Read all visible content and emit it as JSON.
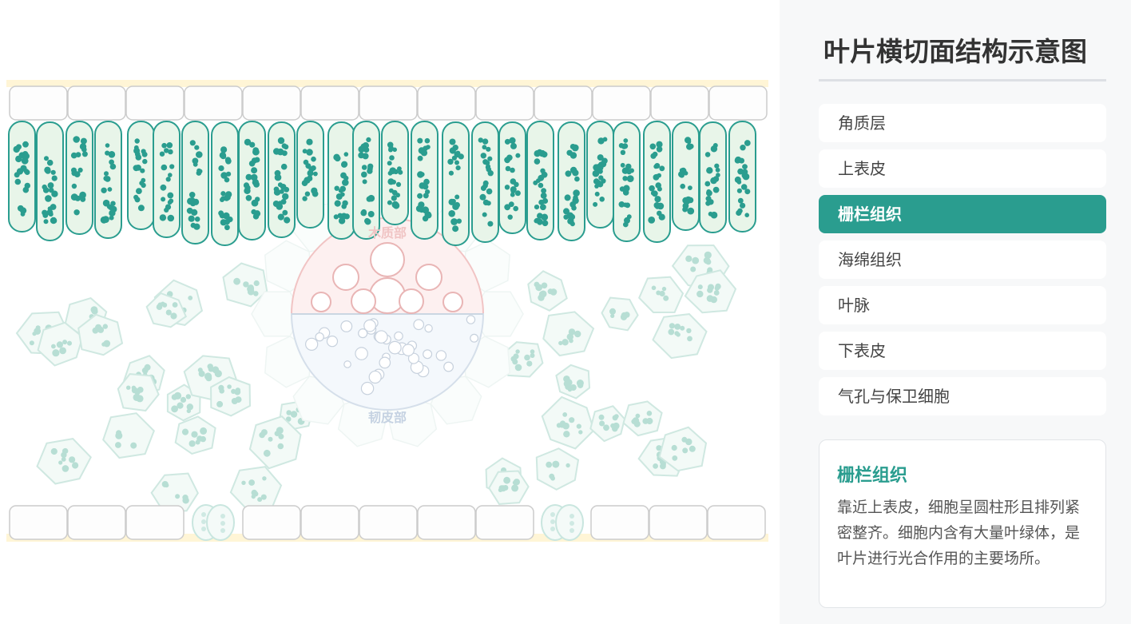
{
  "title": "叶片横切面结构示意图",
  "menu": {
    "items": [
      {
        "label": "角质层",
        "active": false
      },
      {
        "label": "上表皮",
        "active": false
      },
      {
        "label": "栅栏组织",
        "active": true
      },
      {
        "label": "海绵组织",
        "active": false
      },
      {
        "label": "叶脉",
        "active": false
      },
      {
        "label": "下表皮",
        "active": false
      },
      {
        "label": "气孔与保卫细胞",
        "active": false
      }
    ]
  },
  "info": {
    "title": "栅栏组织",
    "text": "靠近上表皮，细胞呈圆柱形且排列紧密整齐。细胞内含有大量叶绿体，是叶片进行光合作用的主要场所。"
  },
  "diagram": {
    "xylem_label": "木质部",
    "phloem_label": "韧皮部",
    "highlighted_layer": "栅栏组织"
  },
  "colors": {
    "accent": "#2a9d8f",
    "palisade_fill": "#e8f5e9",
    "chloroplast": "#2a9d8f",
    "cuticle": "#fff5d6",
    "epidermis_stroke": "#cccccc",
    "xylem": "#e9b5b5",
    "phloem": "#cfd9e6"
  }
}
